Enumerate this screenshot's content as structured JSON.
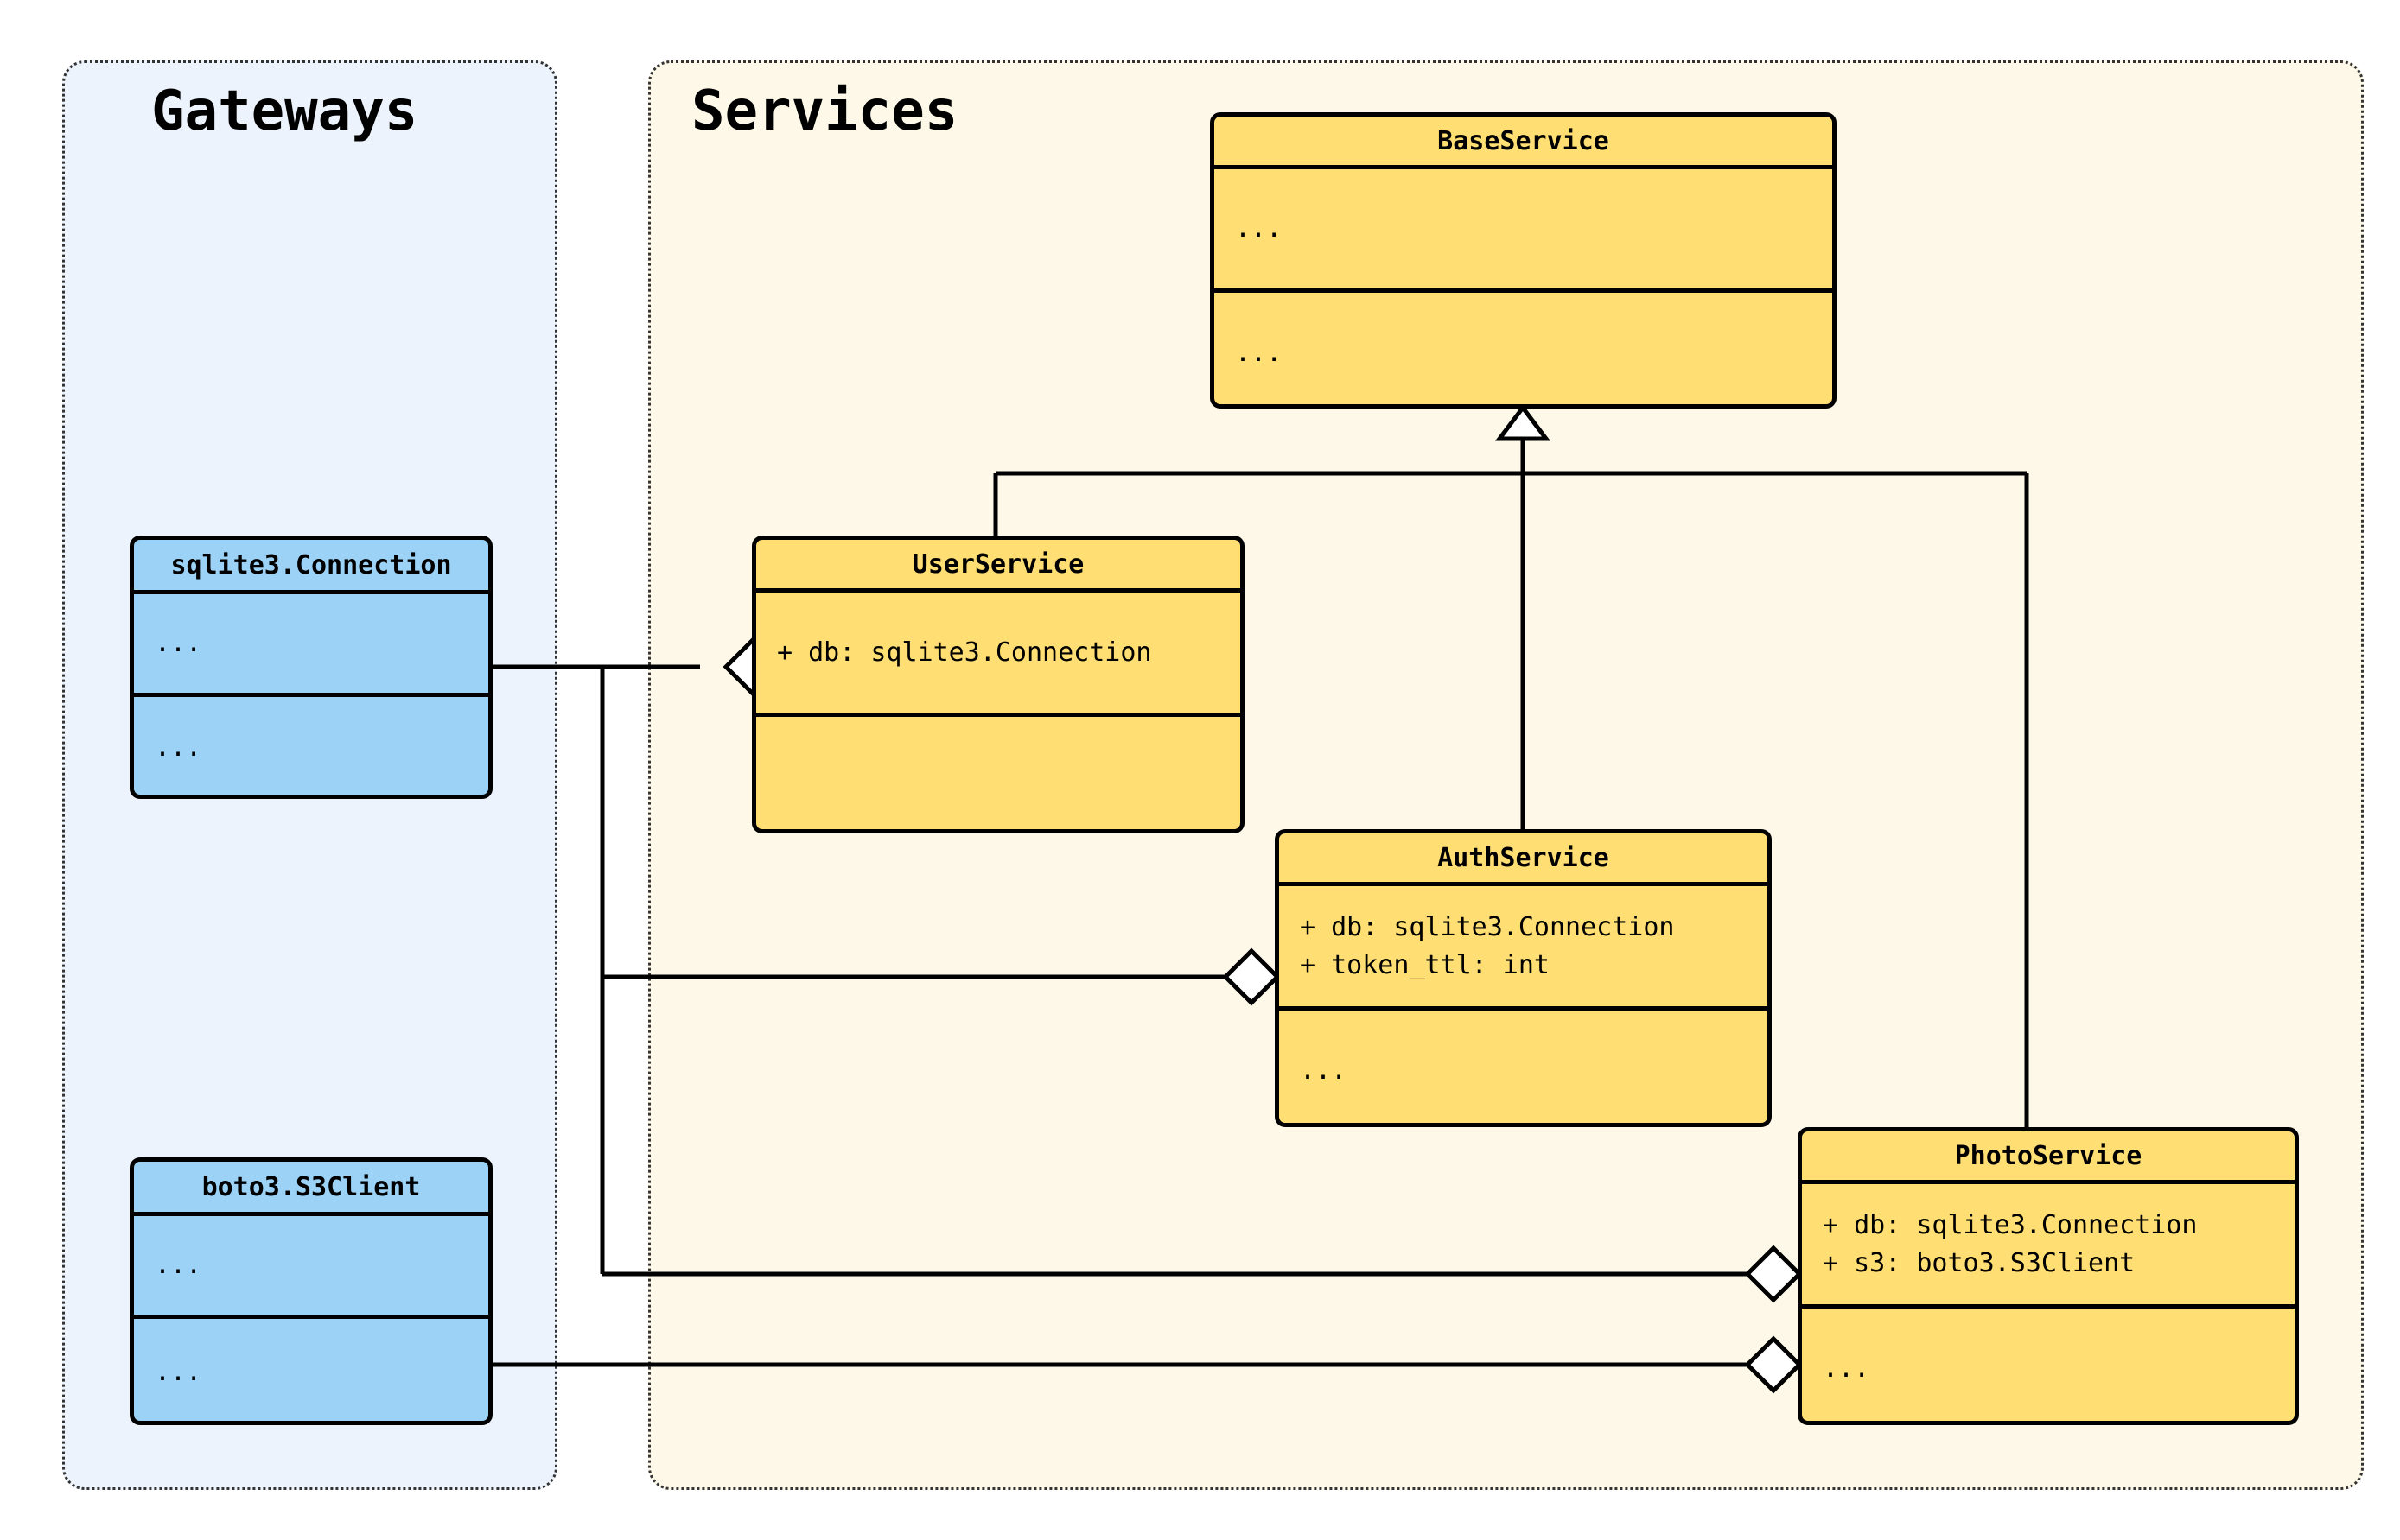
{
  "diagram": {
    "type": "uml-class-diagram",
    "packages": [
      {
        "id": "gateways",
        "title": "Gateways",
        "fill": "#EDF3FC",
        "border": "#333333"
      },
      {
        "id": "services",
        "title": "Services",
        "fill": "#FDF8E8",
        "border": "#333333"
      }
    ],
    "classes": [
      {
        "id": "sqlite",
        "name": "sqlite3.Connection",
        "package": "gateways",
        "fill": "#9BD2F5",
        "attributes": [
          "..."
        ],
        "methods": [
          "..."
        ]
      },
      {
        "id": "boto3",
        "name": "boto3.S3Client",
        "package": "gateways",
        "fill": "#9BD2F5",
        "attributes": [
          "..."
        ],
        "methods": [
          "..."
        ]
      },
      {
        "id": "base",
        "name": "BaseService",
        "package": "services",
        "fill": "#FFDE73",
        "attributes": [
          "..."
        ],
        "methods": [
          "..."
        ]
      },
      {
        "id": "user",
        "name": "UserService",
        "package": "services",
        "fill": "#FFDE73",
        "attributes": [
          "+ db: sqlite3.Connection"
        ],
        "methods": []
      },
      {
        "id": "auth",
        "name": "AuthService",
        "package": "services",
        "fill": "#FFDE73",
        "attributes": [
          "+ db: sqlite3.Connection",
          "+ token_ttl: int"
        ],
        "methods": [
          "..."
        ]
      },
      {
        "id": "photo",
        "name": "PhotoService",
        "package": "services",
        "fill": "#FFDE73",
        "attributes": [
          "+ db: sqlite3.Connection",
          "+ s3: boto3.S3Client"
        ],
        "methods": [
          "..."
        ]
      }
    ],
    "relationships": [
      {
        "kind": "inheritance",
        "from": "UserService",
        "to": "BaseService"
      },
      {
        "kind": "inheritance",
        "from": "AuthService",
        "to": "BaseService"
      },
      {
        "kind": "inheritance",
        "from": "PhotoService",
        "to": "BaseService"
      },
      {
        "kind": "aggregation",
        "from": "UserService",
        "to": "sqlite3.Connection"
      },
      {
        "kind": "aggregation",
        "from": "AuthService",
        "to": "sqlite3.Connection"
      },
      {
        "kind": "aggregation",
        "from": "PhotoService",
        "to": "sqlite3.Connection"
      },
      {
        "kind": "aggregation",
        "from": "PhotoService",
        "to": "boto3.S3Client"
      }
    ]
  }
}
